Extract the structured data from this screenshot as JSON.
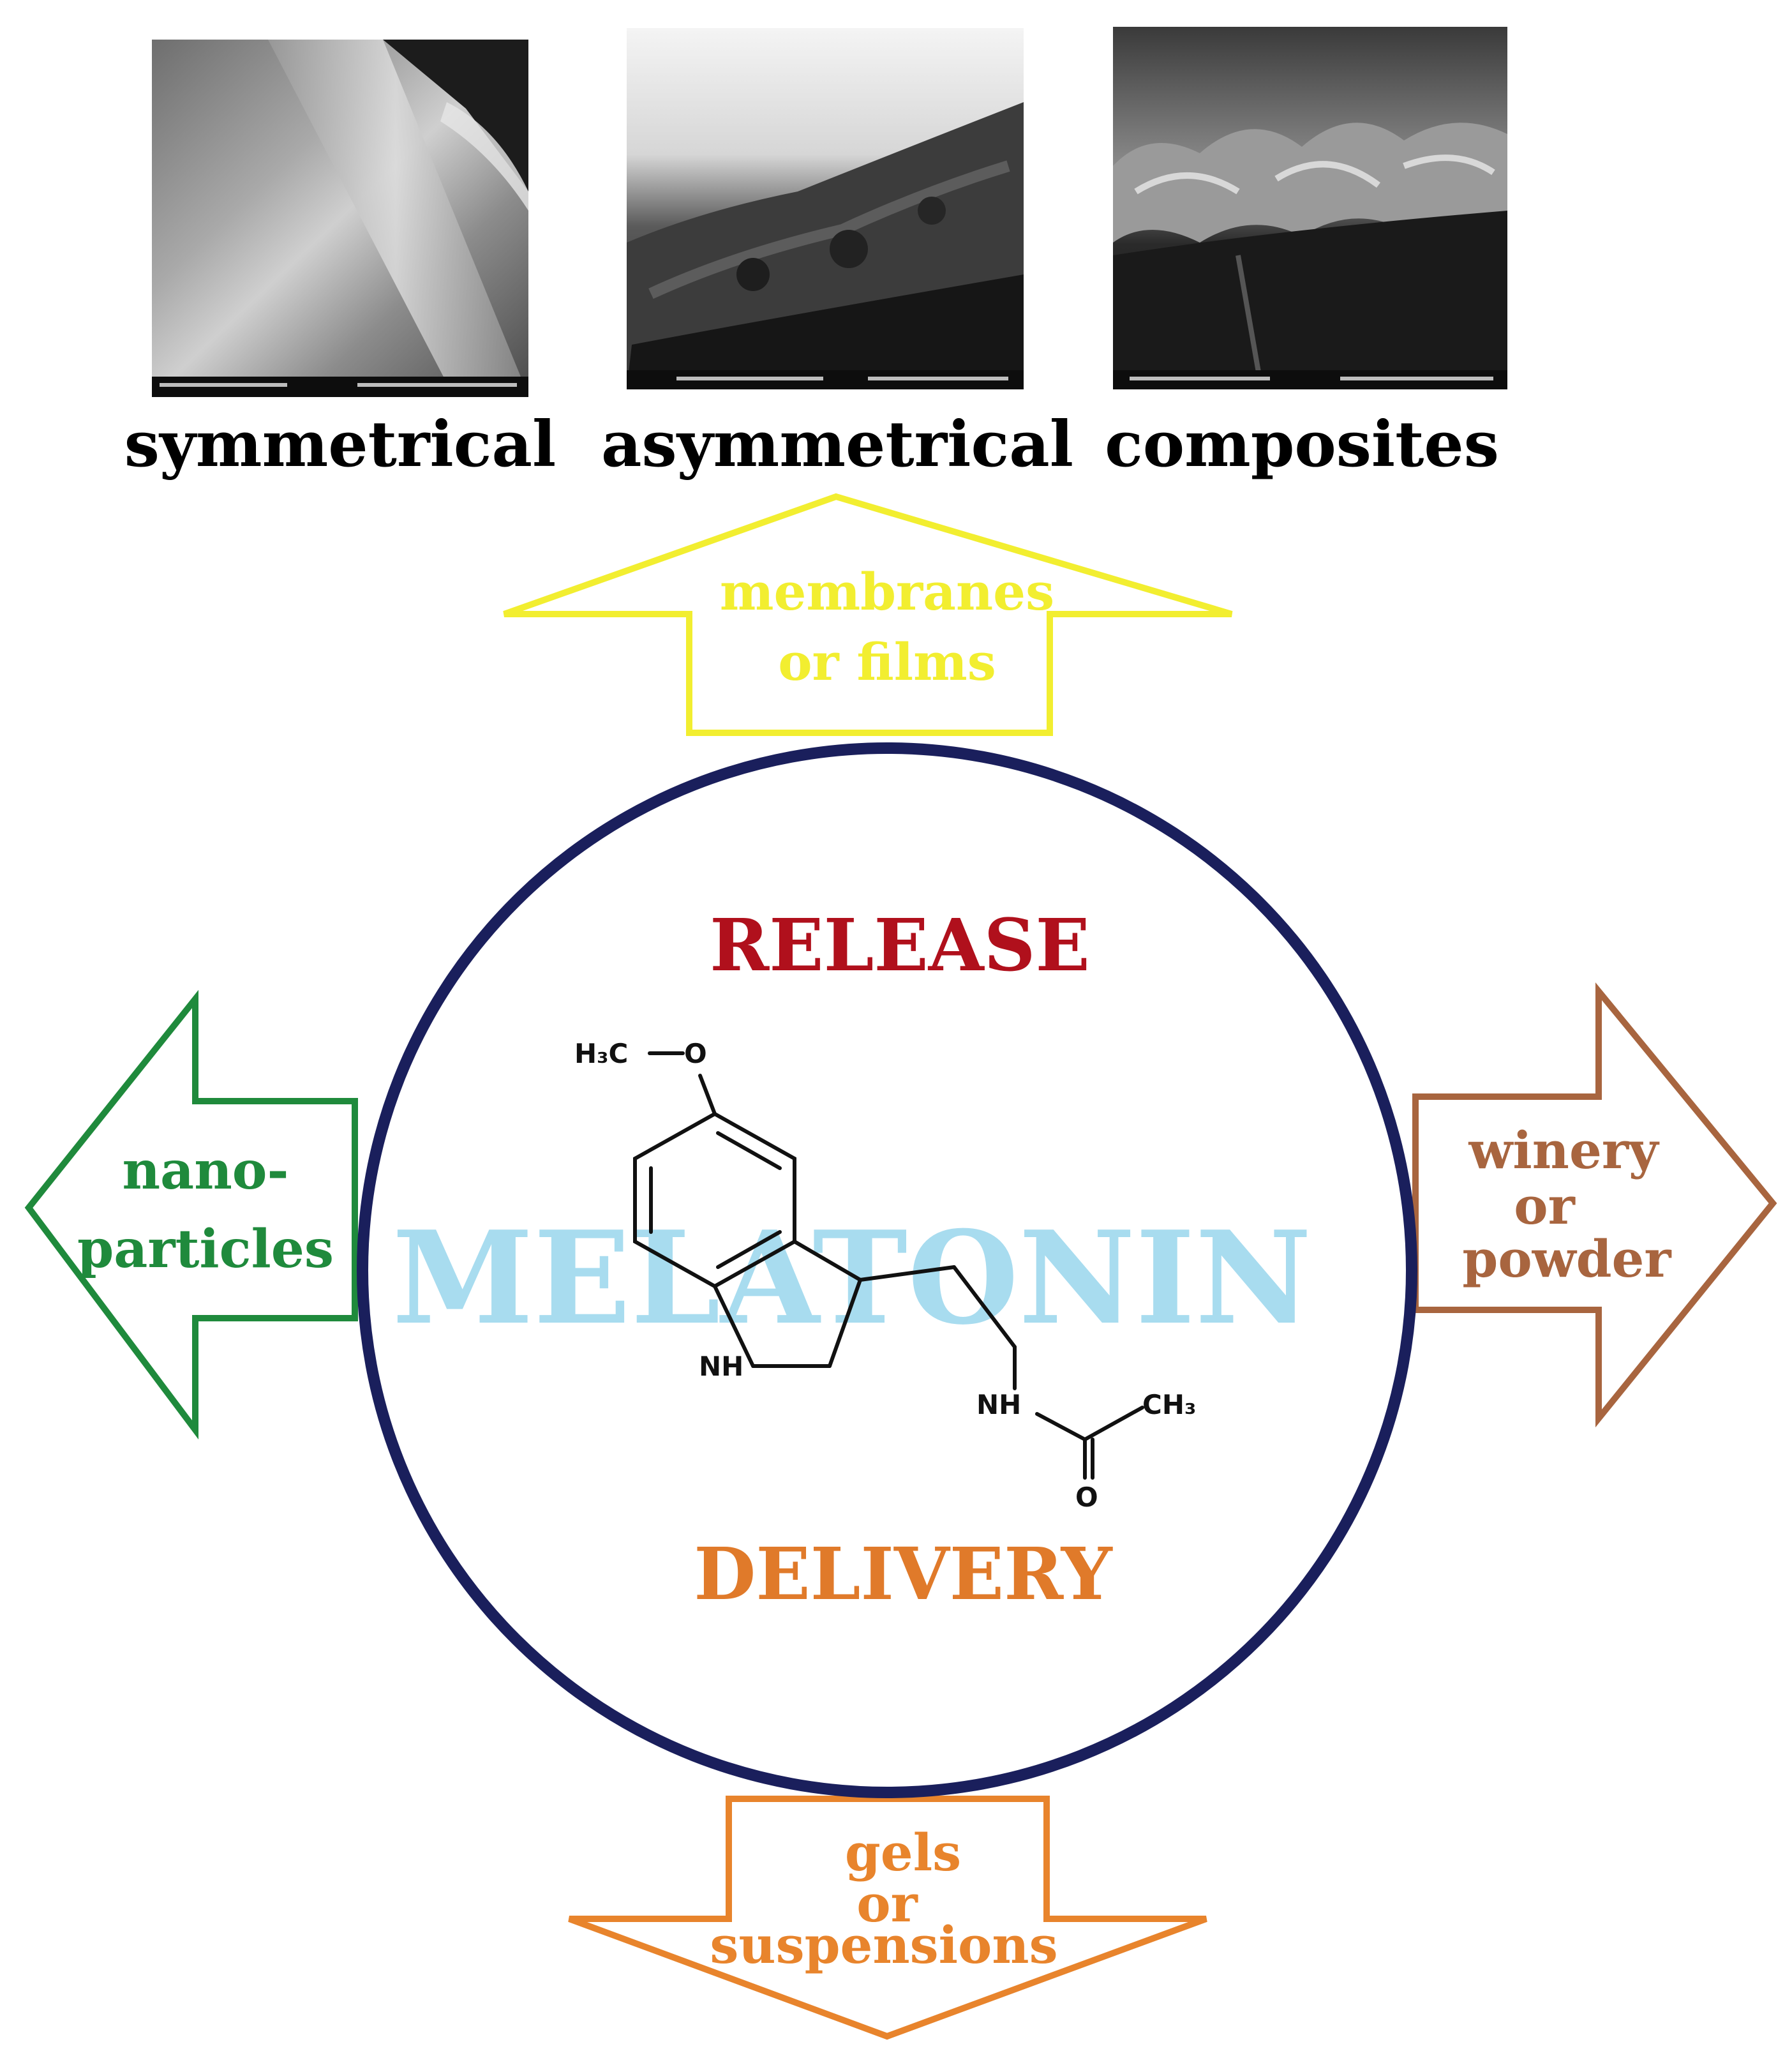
{
  "membrane_images": [
    {
      "label": "symmetrical"
    },
    {
      "label": "asymmetrical"
    },
    {
      "label": "composites"
    }
  ],
  "center": {
    "title": "MELATONIN",
    "top_label": "RELEASE",
    "bottom_label": "DELIVERY",
    "circle_color": "#1a1f5c",
    "title_color": "#a8dcef",
    "top_label_color": "#b0101c",
    "bottom_label_color": "#e07a2a"
  },
  "arrows": {
    "up": {
      "line1": "membranes",
      "line2": "or films",
      "color": "#f2ee30"
    },
    "left": {
      "line1": "nano-",
      "line2": "particles",
      "color": "#1f8a3c"
    },
    "right": {
      "line1": "winery",
      "line2": "or",
      "line3": "powder",
      "color": "#a8653f"
    },
    "down": {
      "line1": "gels",
      "line2": "or",
      "line3": "suspensions",
      "color": "#e8842c"
    }
  },
  "molecule": {
    "h3c": "H₃C",
    "o_top": "O",
    "nh_ring": "NH",
    "nh_chain": "NH",
    "ch3": "CH₃",
    "o_carbonyl": "O"
  }
}
